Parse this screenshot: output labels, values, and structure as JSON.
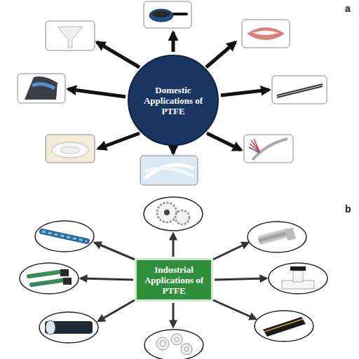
{
  "diagram": {
    "nodes": [
      {
        "text": [
          "Domestic Applications of PTFE"
        ]
      },
      {
        "text": [
          "Industrial Applications of PTFE"
        ]
      }
    ],
    "labels": [
      "a",
      "b"
    ]
  }
}
